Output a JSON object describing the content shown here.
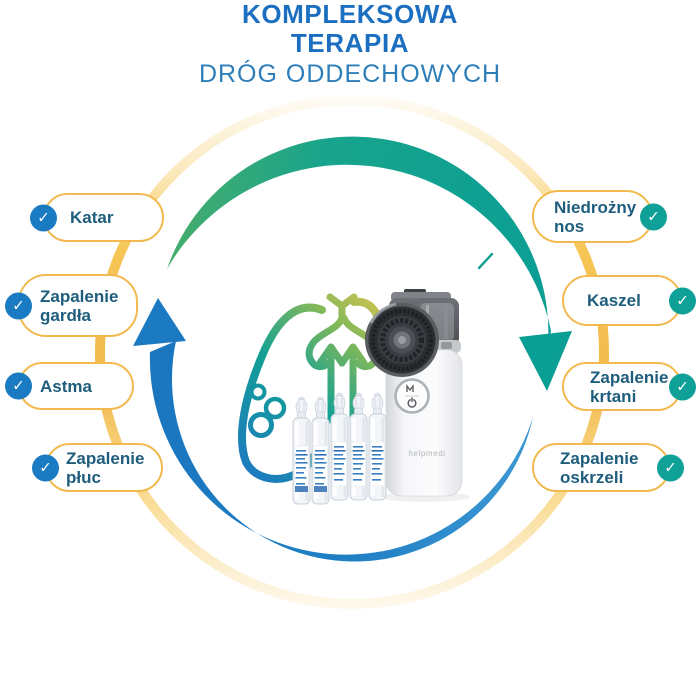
{
  "title": {
    "line1": "KOMPLEKSOWA",
    "line2": "TERAPIA",
    "line3": "DRÓG ODDECHOWYCH"
  },
  "left_conditions": [
    {
      "label": "Katar"
    },
    {
      "label": "Zapalenie gardła"
    },
    {
      "label": "Astma"
    },
    {
      "label": "Zapalenie płuc"
    }
  ],
  "right_conditions": [
    {
      "label": "Niedrożny nos"
    },
    {
      "label": "Kaszel"
    },
    {
      "label": "Zapalenie krtani"
    },
    {
      "label": "Zapalenie oskrzeli"
    }
  ],
  "device": {
    "brand_label": "helpmedi"
  },
  "icons": {
    "check_glyph": "✓"
  },
  "colors": {
    "accent_blue": "#1b7ac2",
    "accent_teal": "#0fa097",
    "accent_yellow": "#f5c34c",
    "title_blue": "#1c6fc0",
    "subtitle_blue": "#2e7fb9",
    "pill_border": "#f2ba4e",
    "pill_text": "#1f5d7d"
  }
}
